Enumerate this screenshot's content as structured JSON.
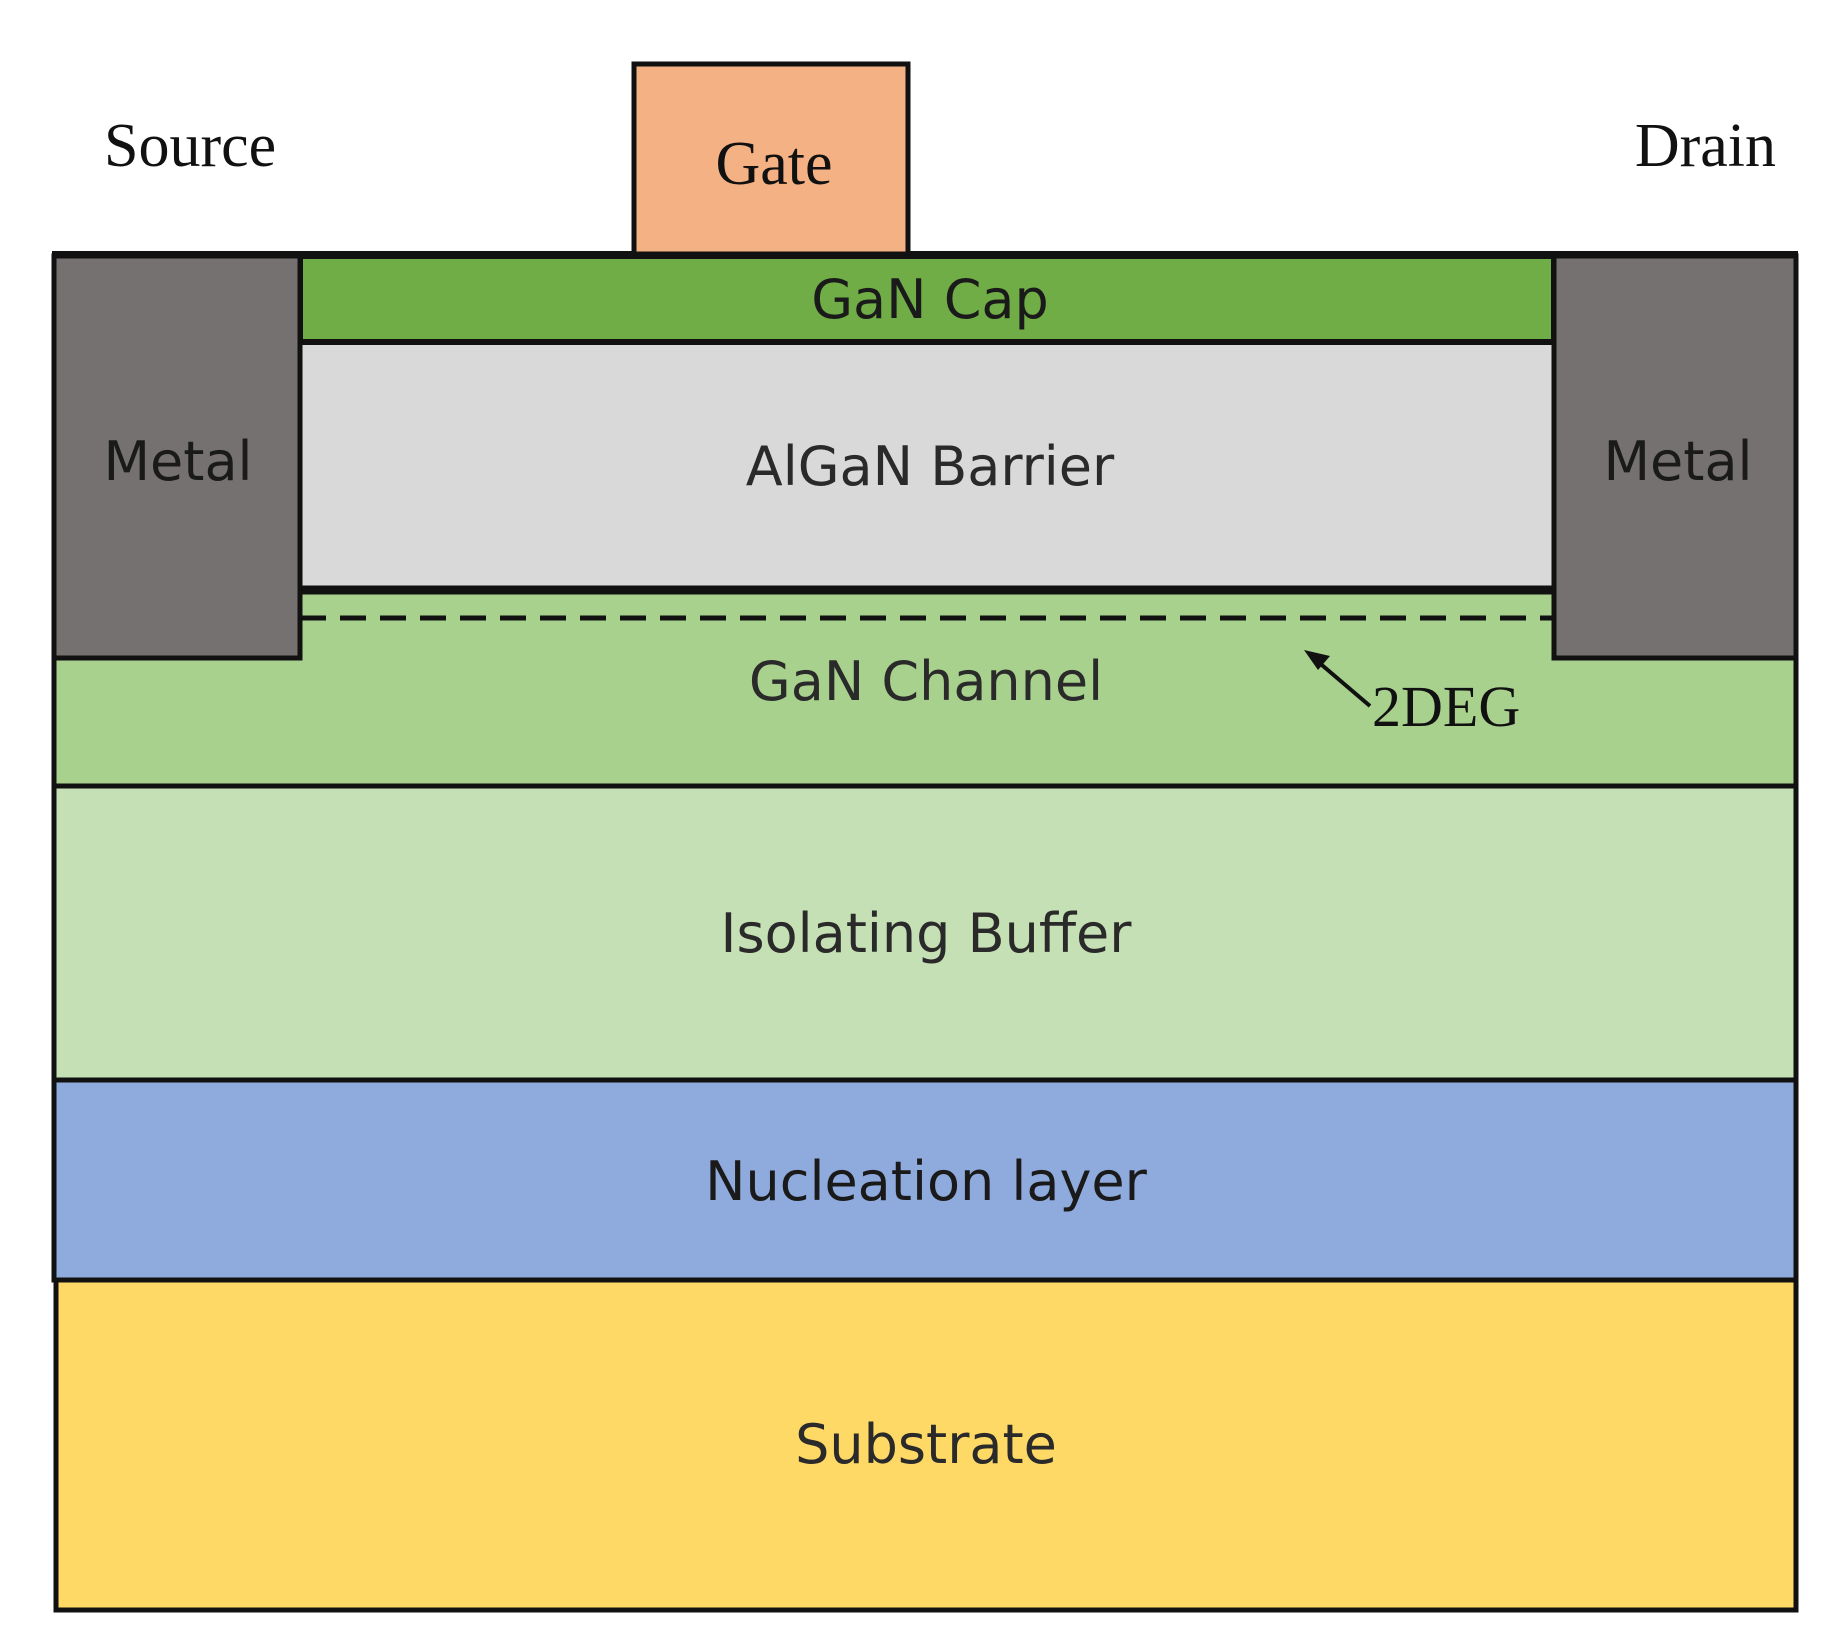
{
  "terminals": {
    "source": "Source",
    "gate": "Gate",
    "drain": "Drain"
  },
  "layers": {
    "gan_cap": "GaN Cap",
    "metal_left": "Metal",
    "metal_right": "Metal",
    "algan_barrier": "AlGaN Barrier",
    "gan_channel": "GaN Channel",
    "two_deg": "2DEG",
    "isolating_buffer": "Isolating Buffer",
    "nucleation_layer": "Nucleation layer",
    "substrate": "Substrate"
  },
  "colors": {
    "gate": "#F4B183",
    "gan_cap": "#70AD47",
    "metal": "#767171",
    "algan_barrier": "#D9D9D9",
    "gan_channel": "#A9D18E",
    "isolating_buffer": "#C5E0B4",
    "nucleation_layer": "#8FAADC",
    "substrate": "#FFD966"
  }
}
